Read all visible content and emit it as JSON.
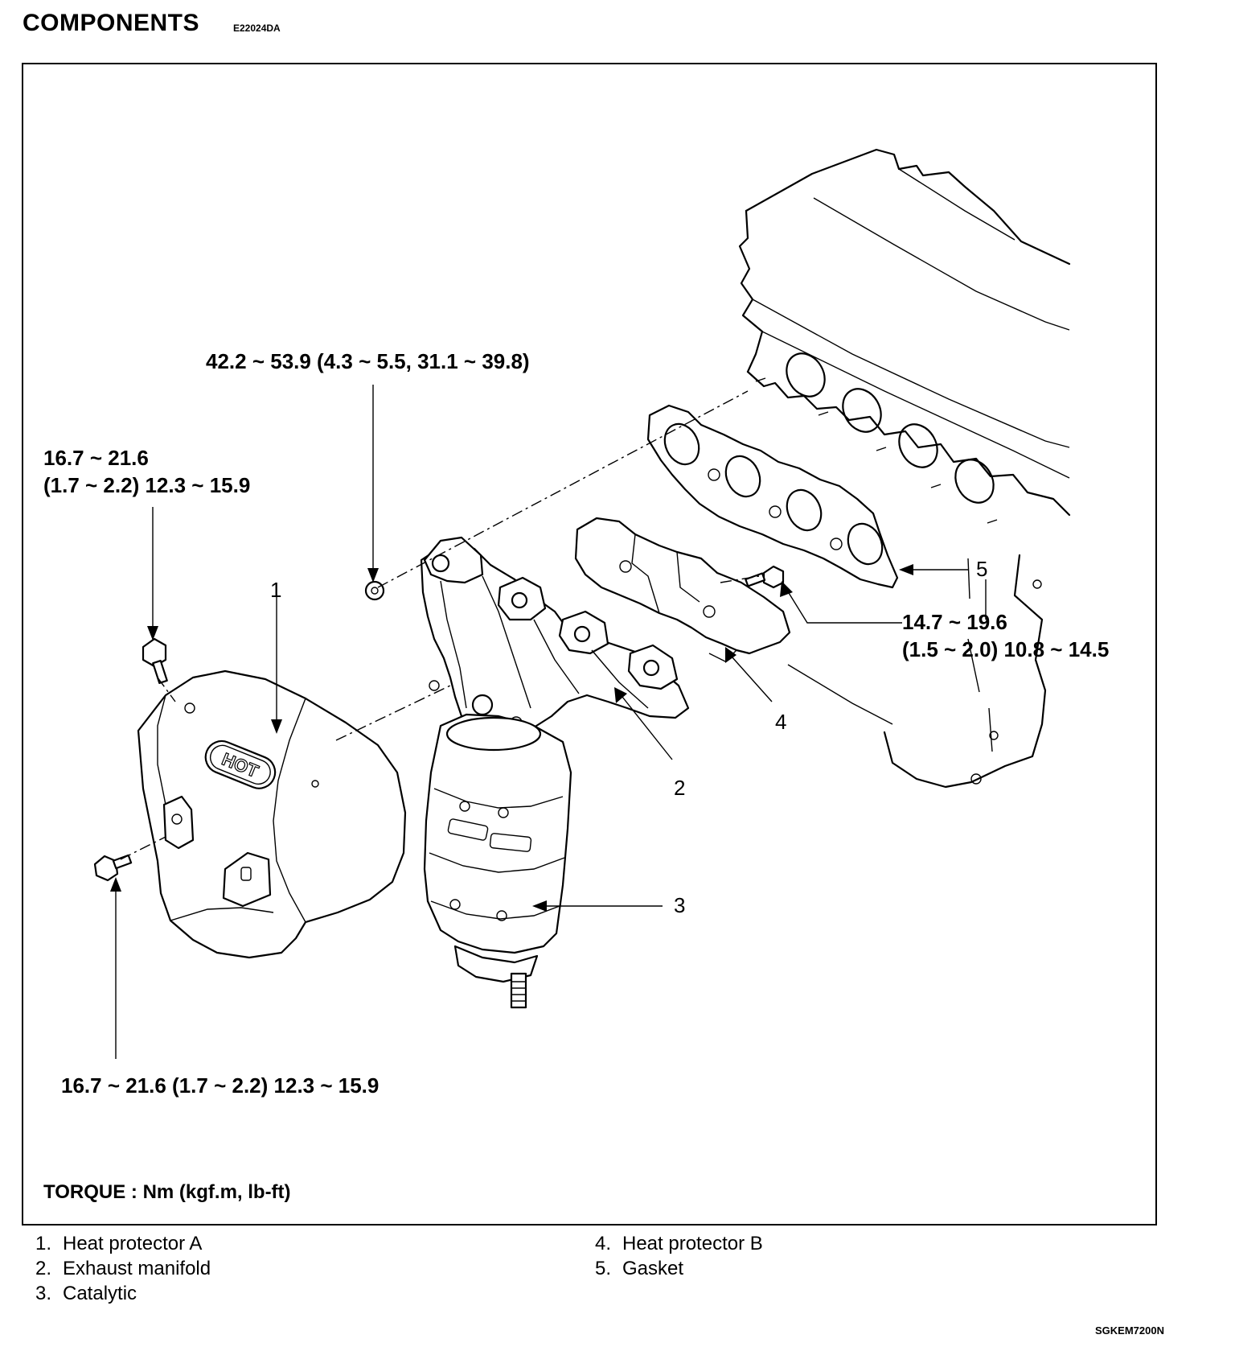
{
  "header": {
    "title": "COMPONENTS",
    "code": "E22024DA"
  },
  "torque_labels": {
    "top_center": "42.2 ~ 53.9 (4.3 ~ 5.5, 31.1 ~ 39.8)",
    "upper_left_line1": "16.7 ~ 21.6",
    "upper_left_line2": "(1.7 ~ 2.2) 12.3 ~ 15.9",
    "right_line1": "14.7 ~ 19.6",
    "right_line2": "(1.5 ~ 2.0) 10.8 ~ 14.5",
    "bottom_left": "16.7 ~ 21.6 (1.7 ~ 2.2) 12.3 ~ 15.9"
  },
  "callouts": {
    "c1": "1",
    "c2": "2",
    "c3": "3",
    "c4": "4",
    "c5": "5"
  },
  "shield_text": "HOT",
  "torque_unit": "TORQUE : Nm (kgf.m, lb-ft)",
  "legend": [
    {
      "num": "1.",
      "label": "Heat protector A"
    },
    {
      "num": "2.",
      "label": "Exhaust manifold"
    },
    {
      "num": "3.",
      "label": "Catalytic"
    },
    {
      "num": "4.",
      "label": "Heat protector B"
    },
    {
      "num": "5.",
      "label": "Gasket"
    }
  ],
  "figure_code": "SGKEM7200N"
}
